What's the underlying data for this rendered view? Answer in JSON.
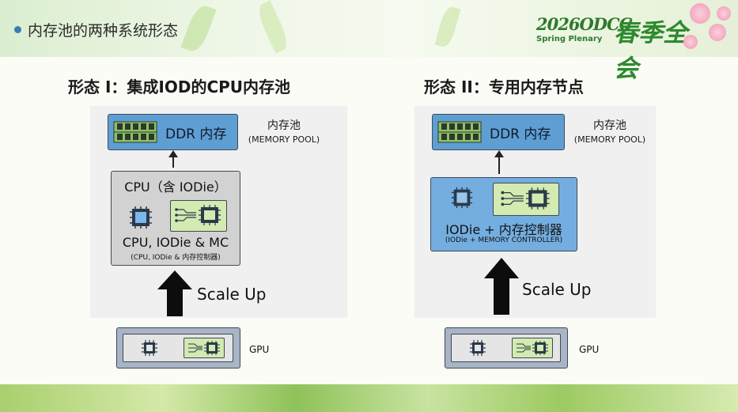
{
  "slide": {
    "title": "内存池的两种系统形态",
    "logo": {
      "event": "2026ODCC",
      "subtitle": "Spring Plenary",
      "cn": "春季全会"
    }
  },
  "left": {
    "title": "形态 I：集成IOD的CPU内存池",
    "ddr_label": "DDR 内存",
    "pool_label": "内存池",
    "pool_sub": "(MEMORY POOL)",
    "cpu_title": "CPU（含 IODie）",
    "cpu_line": "CPU, IODie & MC",
    "cpu_sub": "(CPU, IODie & 内存控制器)",
    "scale_label": "Scale Up",
    "gpu_label": "GPU"
  },
  "right": {
    "title": "形态 II：专用内存节点",
    "ddr_label": "DDR 内存",
    "pool_label": "内存池",
    "pool_sub": "(MEMORY POOL)",
    "node_title": "IODie + 内存控制器",
    "node_sub": "(IODie + MEMORY CONTROLLER)",
    "scale_label": "Scale Up",
    "gpu_label": "GPU"
  },
  "colors": {
    "ddr_blue": "#5f9ed3",
    "node_blue": "#74aee0",
    "chip_green": "#d3eab0",
    "gpu_grey": "#a9b4c5"
  }
}
